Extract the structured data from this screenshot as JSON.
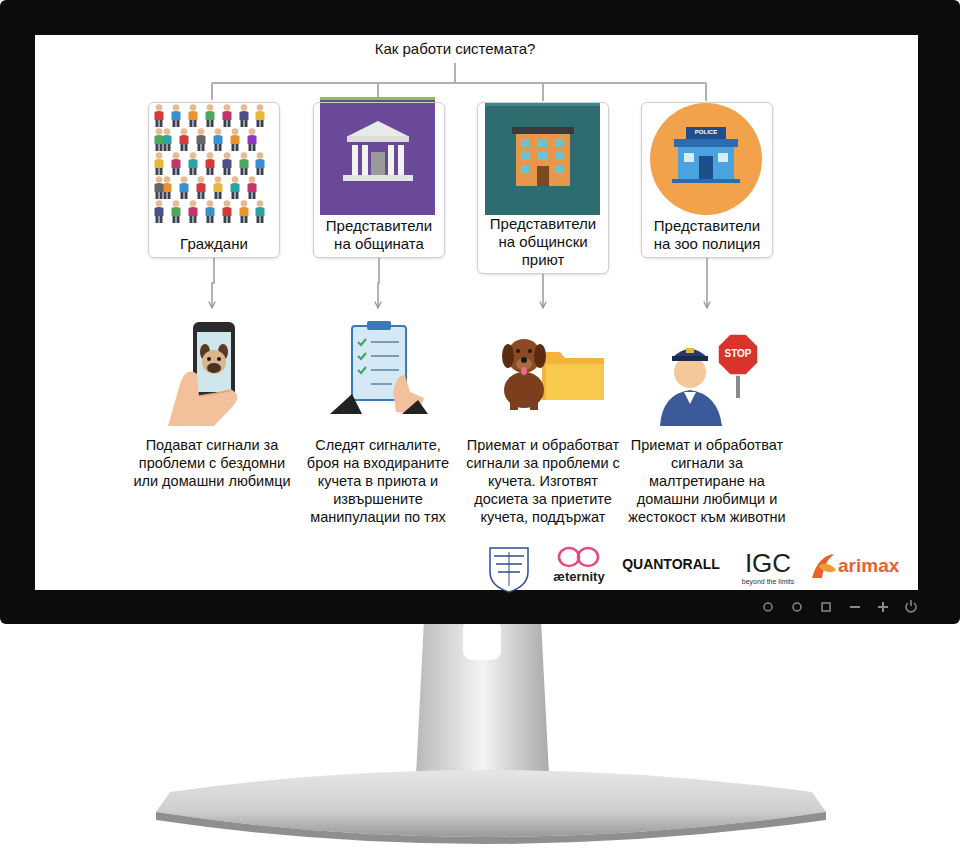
{
  "diagram": {
    "title": "Как работи системата?",
    "nodes": [
      {
        "text": [
          "Граждани"
        ]
      },
      {
        "text": [
          "Представители на общината"
        ]
      },
      {
        "text": [
          "Представители на общински приют"
        ]
      },
      {
        "text": [
          "Представители на зоо полиция"
        ]
      },
      {
        "text": [
          "Подават сигнали за проблеми с бездомни или домашни любимци"
        ]
      },
      {
        "text": [
          "Следят сигналите, броя на входираните кучета в приюта и извършените манипулации по тях"
        ]
      },
      {
        "text": [
          "Приемат и обработват сигнали за проблеми с кучета. Изготвят досиета за приетите кучета, поддържат"
        ]
      },
      {
        "text": [
          "Приемат и обработват сигнали за малтретиране на домашни любимци и жестокост към животни"
        ]
      }
    ],
    "edges": [
      {
        "from": 0,
        "to": 4,
        "arrow": "to"
      },
      {
        "from": 1,
        "to": 5,
        "arrow": "to"
      },
      {
        "from": 2,
        "to": 6,
        "arrow": "to"
      },
      {
        "from": 3,
        "to": 7,
        "arrow": "to"
      }
    ],
    "labels": [
      "POLICE",
      "STOP",
      "æternity",
      "QUANTORALL",
      "IGC",
      "beyond the limits",
      "arimax"
    ]
  }
}
